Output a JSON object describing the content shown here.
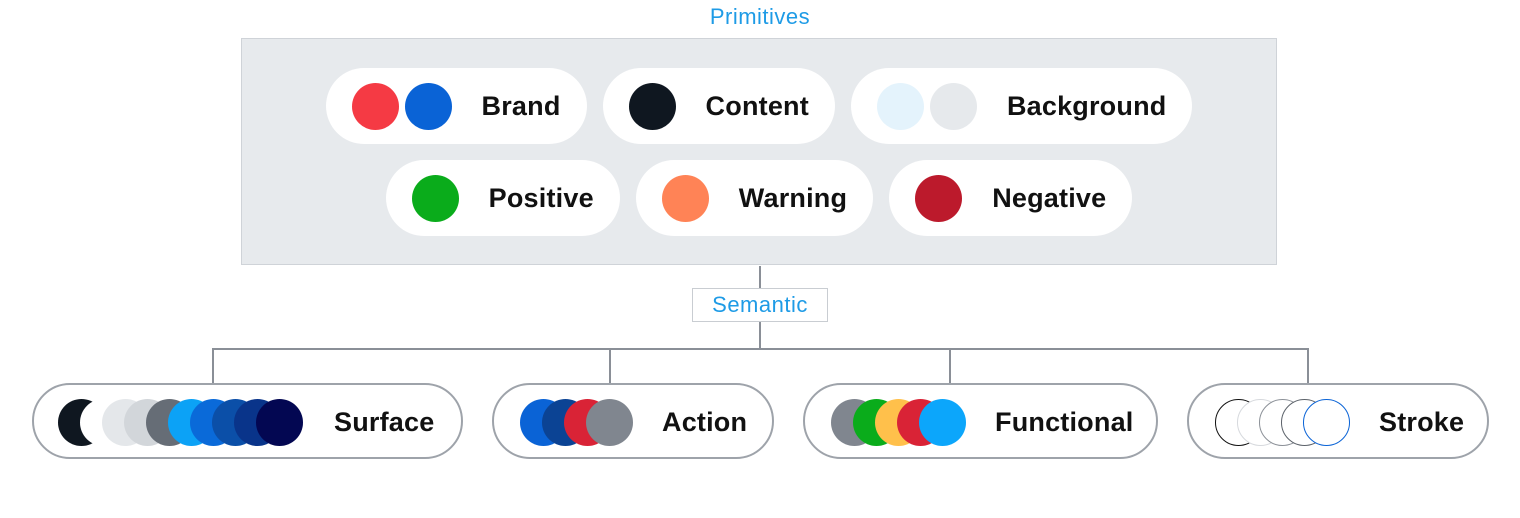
{
  "primitives": {
    "title": "Primitives",
    "rows": [
      [
        {
          "label": "Brand",
          "colors": [
            "#f53a44",
            "#0a63d6"
          ]
        },
        {
          "label": "Content",
          "colors": [
            "#0f1720"
          ]
        },
        {
          "label": "Background",
          "colors": [
            "#e4f3fc",
            "#e6e9ec"
          ]
        }
      ],
      [
        {
          "label": "Positive",
          "colors": [
            "#0aac1b"
          ]
        },
        {
          "label": "Warning",
          "colors": [
            "#ff8356"
          ]
        },
        {
          "label": "Negative",
          "colors": [
            "#bc1a2c"
          ]
        }
      ]
    ]
  },
  "semantic": {
    "title": "Semantic",
    "groups": [
      {
        "label": "Surface",
        "colors": [
          "#0f1720",
          "#ffffff",
          "#e4e7ea",
          "#d2d6da",
          "#666d76",
          "#0ca2f6",
          "#0a6ad9",
          "#0b4fa8",
          "#09348a",
          "#030752"
        ]
      },
      {
        "label": "Action",
        "colors": [
          "#0a63d6",
          "#0b4394",
          "#d92336",
          "#80868f"
        ]
      },
      {
        "label": "Functional",
        "colors": [
          "#80868f",
          "#0aac1b",
          "#ffc04b",
          "#d92336",
          "#0ca6fb"
        ]
      },
      {
        "label": "Stroke",
        "colors": [
          "#111111",
          "#d6d9dd",
          "#8c9198",
          "#5c626a",
          "#0a63d6"
        ]
      }
    ]
  }
}
